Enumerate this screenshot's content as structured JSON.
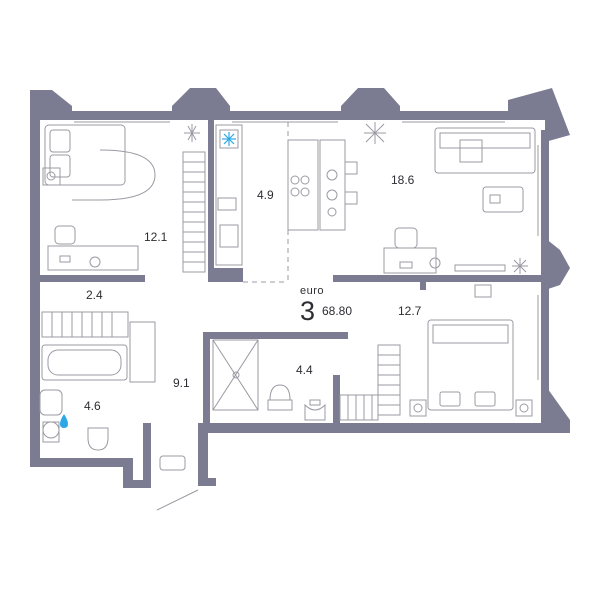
{
  "colors": {
    "wall": "#7b7b91",
    "furniture": "#9a9aa3",
    "accent": "#2da7e6",
    "text": "#2d2d33"
  },
  "apartment": {
    "type_label": "euro",
    "rooms": "3",
    "total_area": "68.80"
  },
  "rooms": [
    {
      "id": "bedroom-left",
      "area": "12.1"
    },
    {
      "id": "kitchen",
      "area": "4.9"
    },
    {
      "id": "living",
      "area": "18.6"
    },
    {
      "id": "wardrobe",
      "area": "2.4"
    },
    {
      "id": "bedroom-right",
      "area": "12.7"
    },
    {
      "id": "hall",
      "area": "9.1"
    },
    {
      "id": "shower-room",
      "area": "4.4"
    },
    {
      "id": "bathroom",
      "area": "4.6"
    }
  ],
  "icons": [
    "snowflake-icon",
    "water-drop-icon",
    "plant-icon"
  ]
}
